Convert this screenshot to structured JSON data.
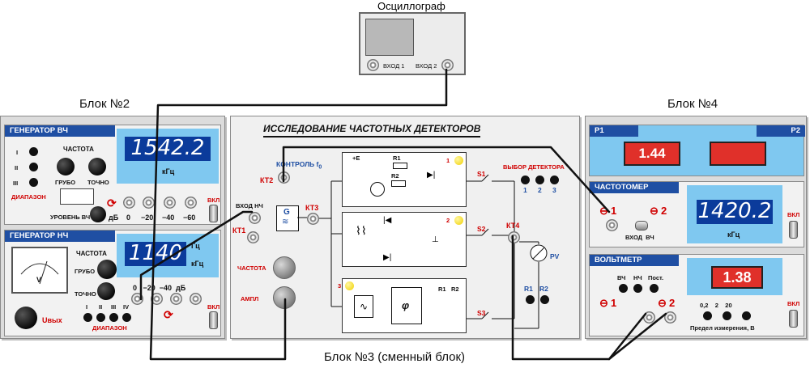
{
  "oscilloscope": {
    "title": "Осциллограф",
    "in1": "ВХОД 1",
    "in2": "ВХОД 2"
  },
  "block2": {
    "label": "Блок №2",
    "gen_hf": {
      "title": "ГЕНЕРАТОР ВЧ",
      "freq": "ЧАСТОТА",
      "coarse": "ГРУБО",
      "fine": "ТОЧНО",
      "range": "ДИАПАЗОН",
      "r1": "I",
      "r2": "II",
      "r3": "III",
      "level": "УРОВЕНЬ ВЧ",
      "db": "дБ",
      "a0": "0",
      "a20": "−20",
      "a40": "−40",
      "a60": "−60",
      "on": "ВКЛ",
      "display": "1542.2",
      "unit": "кГц"
    },
    "gen_lf": {
      "title": "ГЕНЕРАТОР НЧ",
      "freq": "ЧАСТОТА",
      "coarse": "ГРУБО",
      "fine": "ТОЧНО",
      "display": "1140",
      "u1": "Гц",
      "u2": "кГц",
      "att": "0   −20  −40  дБ",
      "uout": "Uвых",
      "r1": "I",
      "r2": "II",
      "r3": "III",
      "r4": "IV",
      "range": "ДИАПАЗОН",
      "on": "ВКЛ",
      "meter": "V"
    }
  },
  "block3": {
    "label": "Блок №3 (сменный блок)",
    "title": "ИССЛЕДОВАНИЕ ЧАСТОТНЫХ ДЕТЕКТОРОВ",
    "control": "КОНТРОЛЬ f",
    "control_sub": "0",
    "kt1": "КТ1",
    "kt2": "КТ2",
    "kt3": "КТ3",
    "kt4": "КТ4",
    "input_lf": "ВХОД НЧ",
    "freq": "ЧАСТОТА",
    "ampl": "АМПЛ",
    "det_select": "ВЫБОР ДЕТЕКТОРА",
    "d1": "1",
    "d2": "2",
    "d3": "3",
    "s1": "S1",
    "s2": "S2",
    "s3": "S3",
    "pv": "PV",
    "r1": "R1",
    "r2": "R2",
    "c1_e": "+E",
    "c1_r1": "R1",
    "c1_r2": "R2",
    "c3_r1": "R1",
    "c3_r2": "R2",
    "g": "G",
    "phi": "φ"
  },
  "block4": {
    "label": "Блок №4",
    "p1": "Р1",
    "p2": "Р2",
    "p1_value": "1.44",
    "p2_value": "",
    "freqmeter": {
      "title": "ЧАСТОТОМЕР",
      "in1": "1",
      "in2": "2",
      "in_hf": "ВХОД  ВЧ",
      "display": "1420.2",
      "unit": "кГц",
      "on": "ВКЛ"
    },
    "voltmeter": {
      "title": "ВОЛЬТМЕТР",
      "m1": "ВЧ",
      "m2": "НЧ",
      "m3": "Пост.",
      "display": "1.38",
      "in1": "1",
      "in2": "2",
      "ranges": "0,2    2    20",
      "range_label": "Предел измерения, В",
      "on": "ВКЛ"
    }
  }
}
